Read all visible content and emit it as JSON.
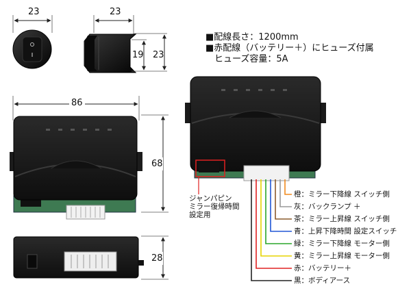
{
  "specs": [
    "■配線長さ：1200mm",
    "■赤配線（バッテリー＋）にヒューズ付属",
    "　ヒューズ容量：5A"
  ],
  "dimensions": {
    "switch_width": "23",
    "side_depth": "23",
    "side_inner": "19",
    "side_height": "23",
    "unit_width": "86",
    "unit_height": "68",
    "unit_thickness": "28"
  },
  "jumper_note": [
    "ジャンパピン",
    "ミラー復帰時間",
    "設定用"
  ],
  "wires": [
    {
      "label": "橙：ミラー下降線 スイッチ側",
      "color": "#f08a1e"
    },
    {
      "label": "灰：バックランプ ＋",
      "color": "#9a9a9a"
    },
    {
      "label": "茶：ミラー上昇線 スイッチ側",
      "color": "#8a5a2b"
    },
    {
      "label": "青：上昇下降時間 設定スイッチ",
      "color": "#2156d6"
    },
    {
      "label": "緑：ミラー下降線 モーター側",
      "color": "#2aa52a"
    },
    {
      "label": "黄：ミラー上昇線 モーター側",
      "color": "#e6d400"
    },
    {
      "label": "赤：バッテリー＋",
      "color": "#e02020"
    },
    {
      "label": "黒：ボディアース",
      "color": "#222222"
    }
  ],
  "colors": {
    "highlight_box": "#e02020",
    "module_body": "#1b1b1b",
    "board_green": "#3e7a52",
    "connector_white": "#f2f2f2"
  }
}
